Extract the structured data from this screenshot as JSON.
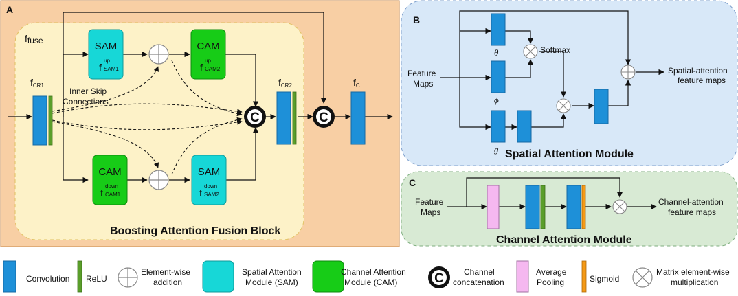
{
  "panel_a": {
    "letter": "A",
    "title": "Boosting Attention Fusion Block",
    "ffuse_main": "f",
    "ffuse_sub": "fuse",
    "fcr1_main": "f",
    "fcr1_sub": "CR1",
    "fcr2_main": "f",
    "fcr2_sub": "CR2",
    "fc_main": "f",
    "fc_sub": "C",
    "skip_label_line1": "Inner Skip",
    "skip_label_line2": "Connections",
    "sam_up": {
      "name": "SAM",
      "f": "f",
      "sup": "up",
      "sub": "SAM1"
    },
    "cam_up": {
      "name": "CAM",
      "f": "f",
      "sup": "up",
      "sub": "CAM2"
    },
    "cam_down": {
      "name": "CAM",
      "f": "f",
      "sup": "down",
      "sub": "CAM1"
    },
    "sam_down": {
      "name": "SAM",
      "f": "f",
      "sup": "down",
      "sub": "SAM2"
    },
    "concat_symbol": "C"
  },
  "panel_b": {
    "letter": "B",
    "title": "Spatial Attention Module",
    "input_line1": "Feature",
    "input_line2": "Maps",
    "theta": "θ",
    "phi": "ϕ",
    "g": "g",
    "softmax": "Softmax",
    "output_line1": "Spatial-attention",
    "output_line2": "feature maps"
  },
  "panel_c": {
    "letter": "C",
    "title": "Channel Attention Module",
    "input_line1": "Feature",
    "input_line2": "Maps",
    "output_line1": "Channel-attention",
    "output_line2": "feature maps"
  },
  "legend": {
    "convolution": "Convolution",
    "relu": "ReLU",
    "add_line1": "Element-wise",
    "add_line2": "addition",
    "sam_line1": "Spatial Attention",
    "sam_line2": "Module (SAM)",
    "cam_line1": "Channel Attention",
    "cam_line2": "Module (CAM)",
    "concat_line1": "Channel",
    "concat_line2": "concatenation",
    "avg_line1": "Average",
    "avg_line2": "Pooling",
    "sigmoid": "Sigmoid",
    "mult_line1": "Matrix element-wise",
    "mult_line2": "multiplication",
    "concat_symbol": "C"
  },
  "colors": {
    "conv": "#1e90d8",
    "relu": "#5a9e2a",
    "sam": "#17d7d7",
    "cam": "#17cc17",
    "avg_pool": "#f5b8f0",
    "sigmoid": "#f59a16",
    "panel_a_bg": "#f8cfa4",
    "fuse_bg": "#fdf2c8",
    "panel_b_bg": "#d8e8f8",
    "panel_c_bg": "#d8ead4"
  }
}
